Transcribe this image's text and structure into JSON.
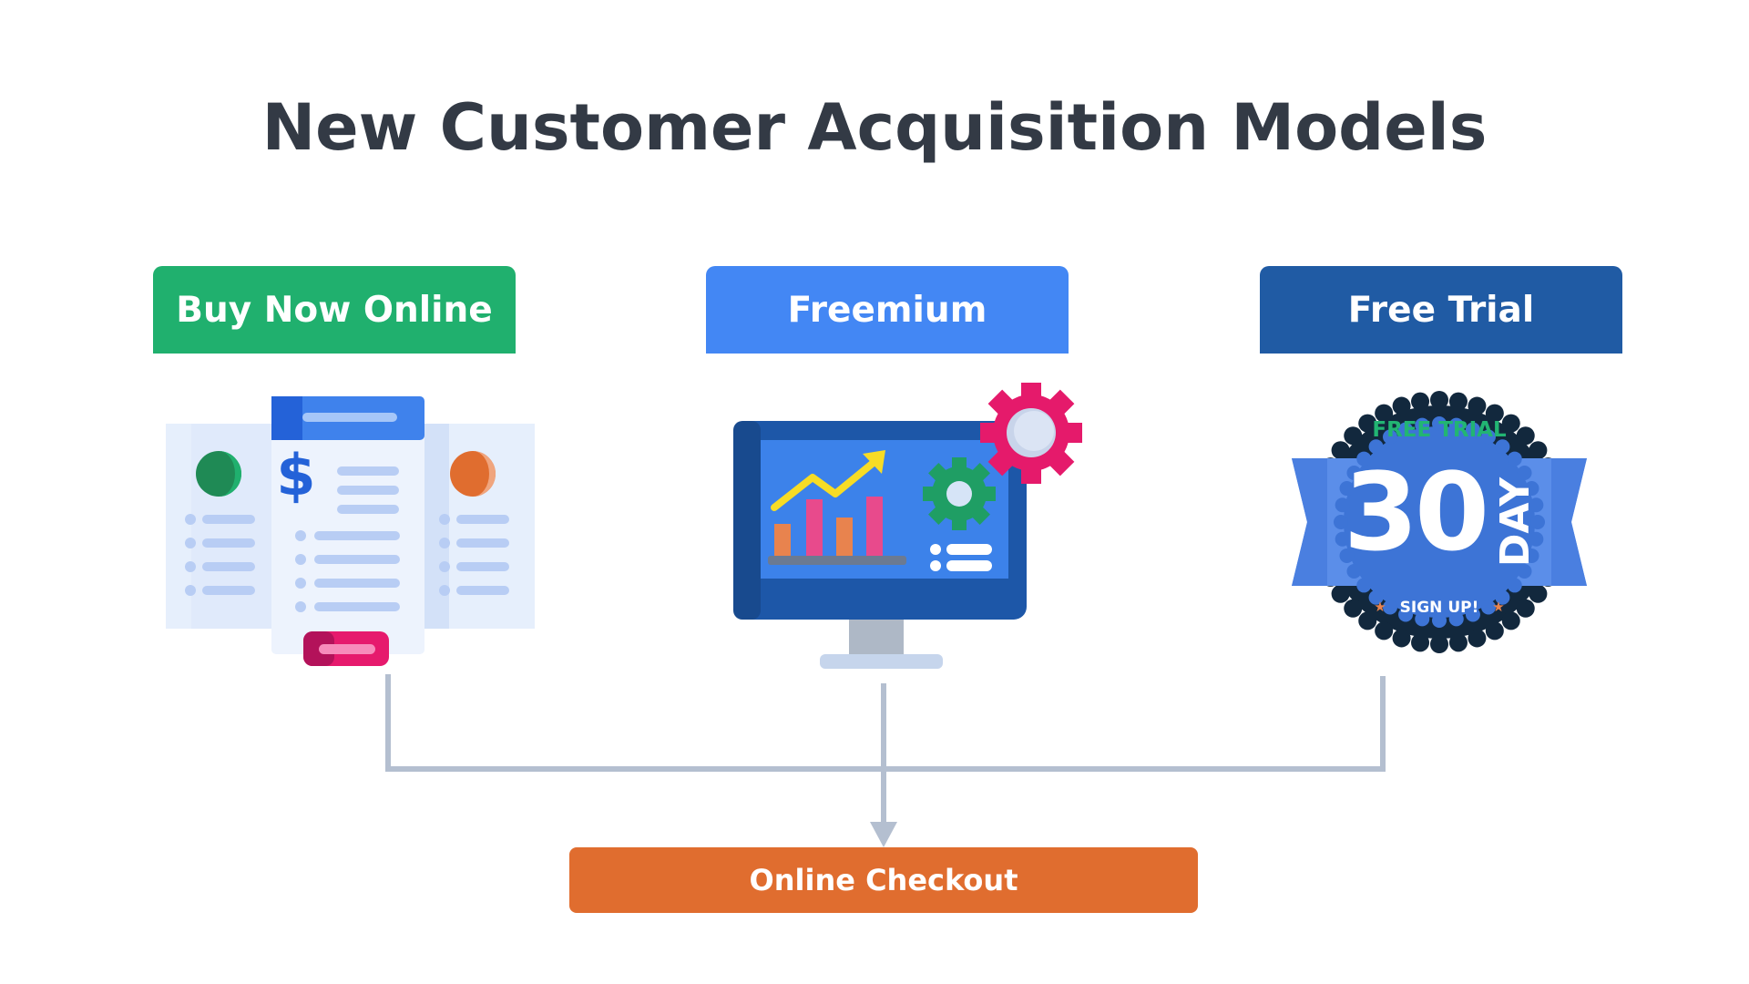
{
  "title": "New Customer Acquisition Models",
  "models": [
    {
      "label": "Buy Now Online",
      "color": "#20b06e",
      "icon": "pricing-plans-icon"
    },
    {
      "label": "Freemium",
      "color": "#4387f4",
      "icon": "monitor-chart-gear-icon"
    },
    {
      "label": "Free Trial",
      "color": "#205ba4",
      "icon": "free-trial-badge-icon"
    }
  ],
  "badge": {
    "top_text": "FREE TRIAL",
    "number": "30",
    "unit": "DAY",
    "bottom_text": "SIGN UP!"
  },
  "destination": {
    "label": "Online Checkout",
    "color": "#e06d2f"
  },
  "connector_color": "#b4bfd0"
}
